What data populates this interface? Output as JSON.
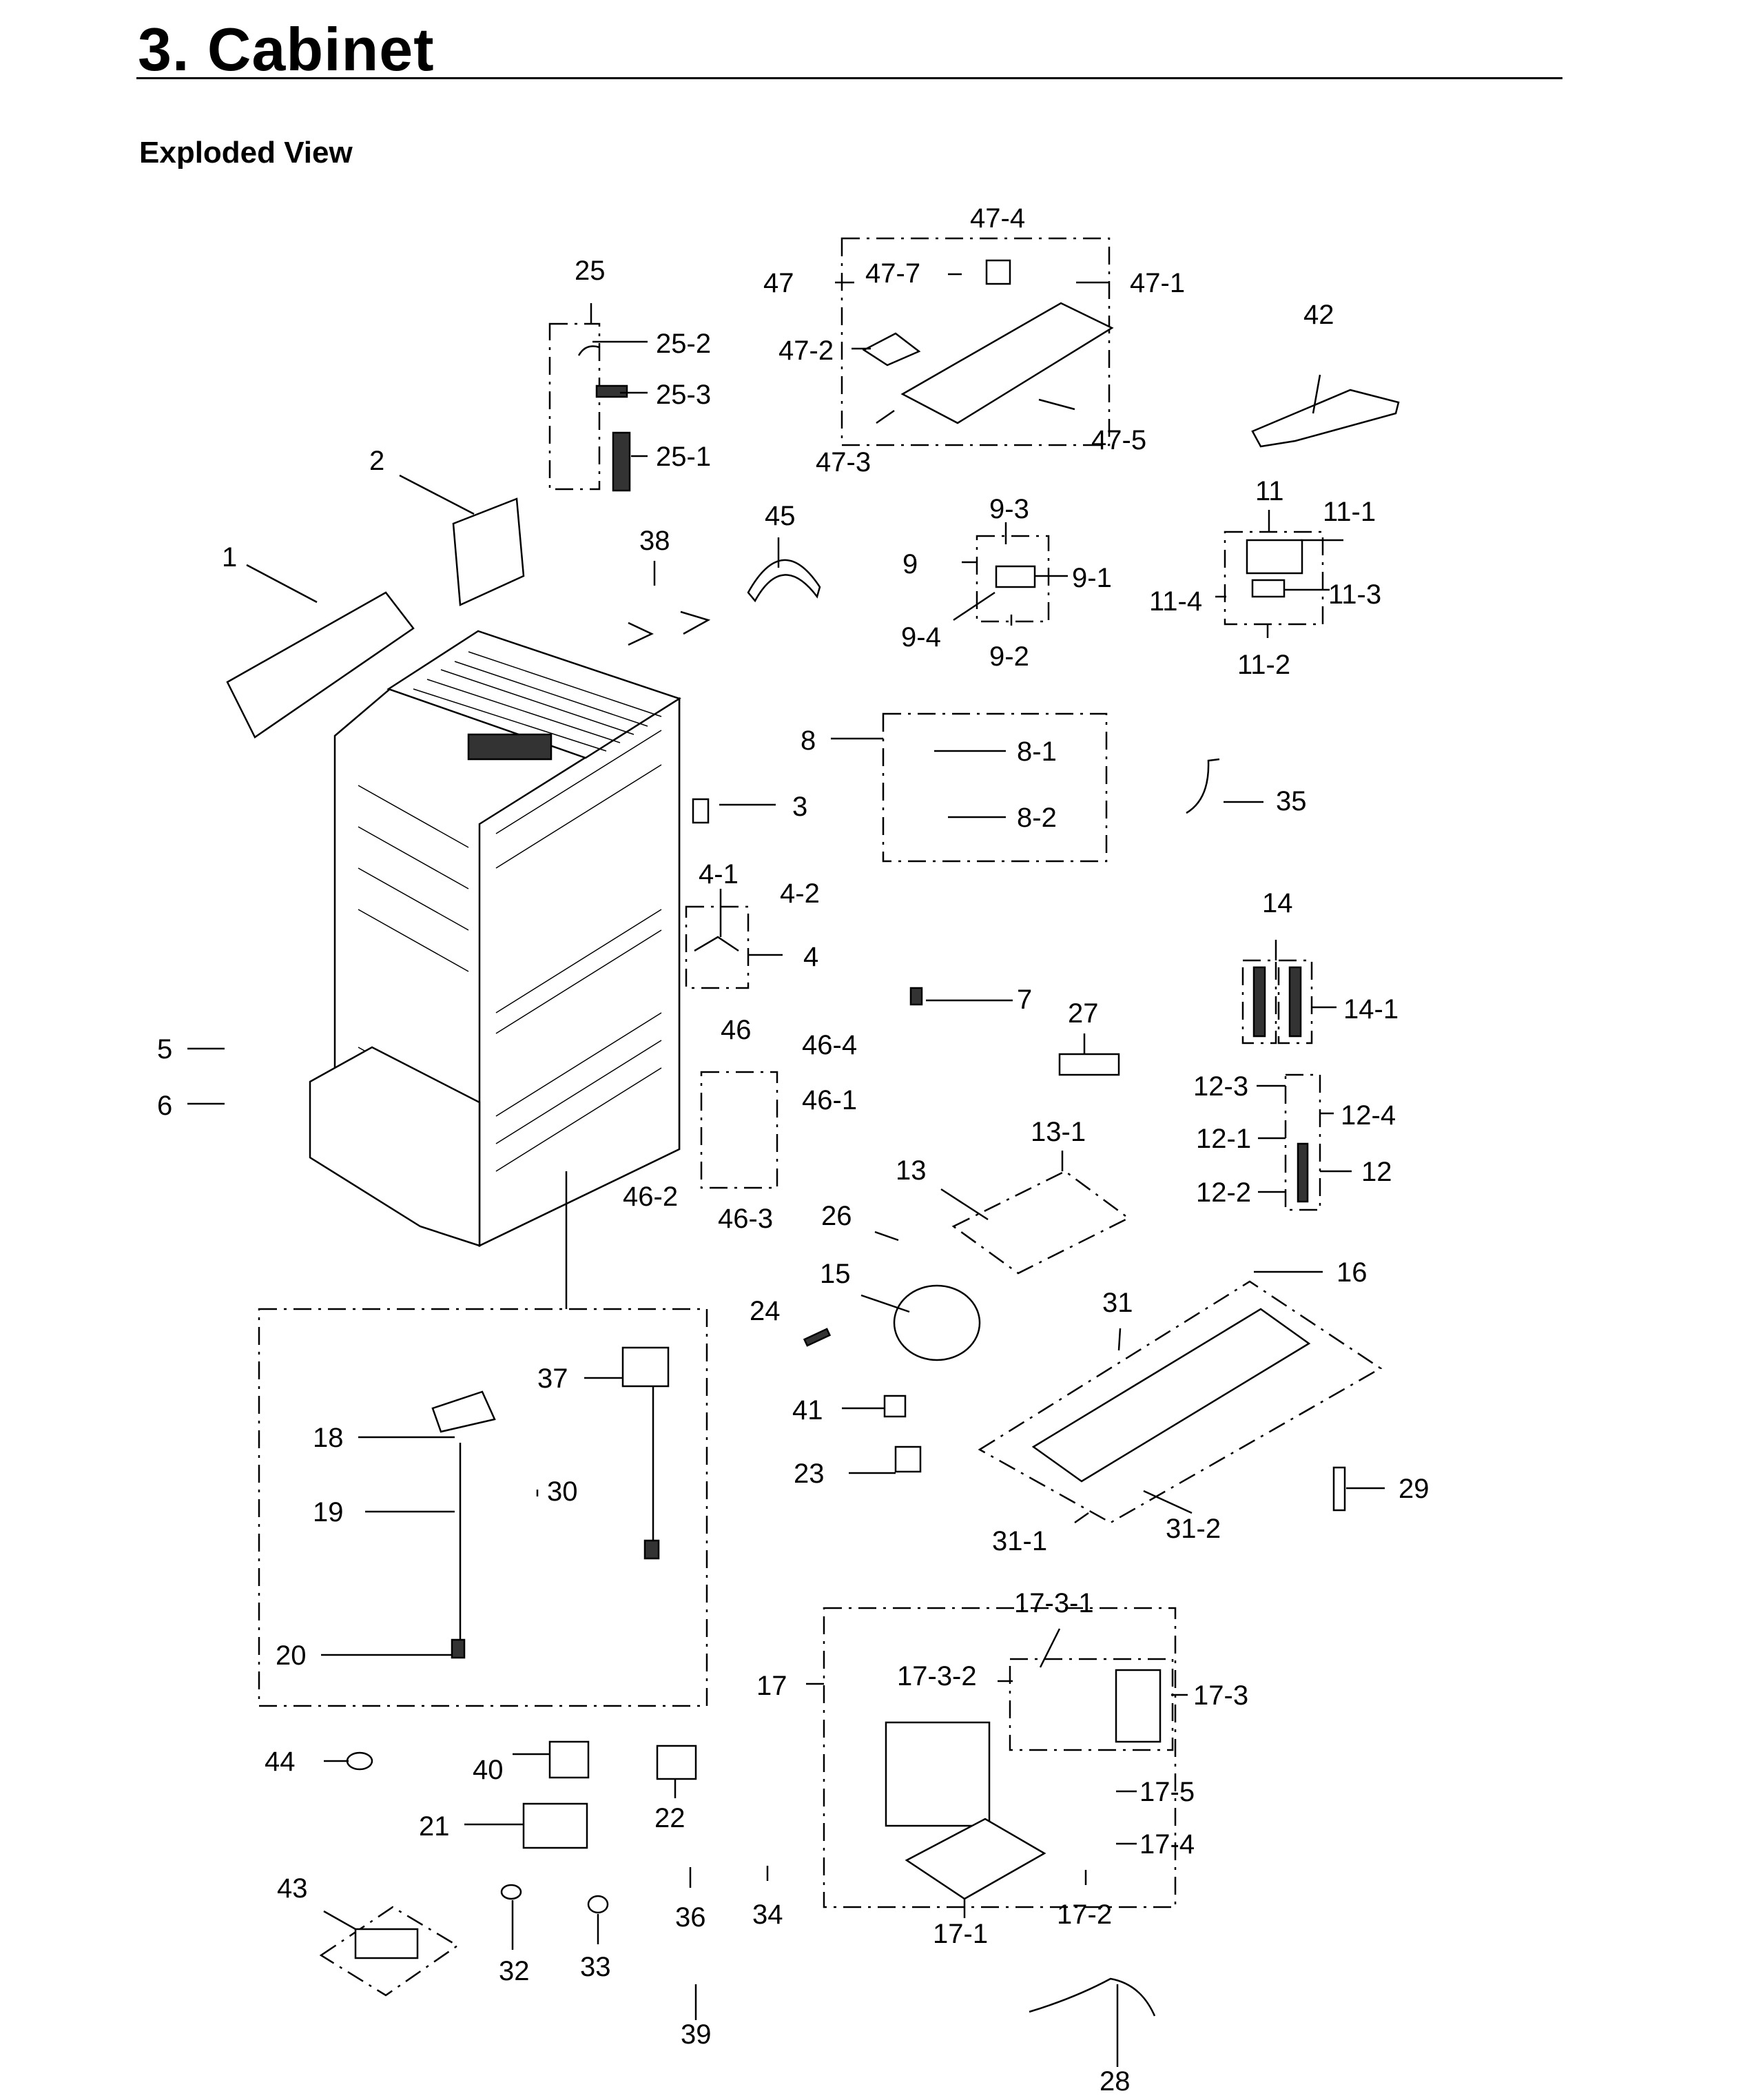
{
  "header": {
    "section_title": "3.  Cabinet",
    "subtitle": "Exploded View"
  },
  "callouts": [
    "1",
    "2",
    "3",
    "4",
    "4-1",
    "4-2",
    "5",
    "6",
    "7",
    "8",
    "8-1",
    "8-2",
    "9",
    "9-1",
    "9-2",
    "9-3",
    "9-4",
    "11",
    "11-1",
    "11-2",
    "11-3",
    "11-4",
    "12",
    "12-1",
    "12-2",
    "12-3",
    "12-4",
    "13",
    "13-1",
    "14",
    "14-1",
    "15",
    "16",
    "17",
    "17-1",
    "17-2",
    "17-3",
    "17-3-1",
    "17-3-2",
    "17-4",
    "17-5",
    "18",
    "19",
    "20",
    "21",
    "22",
    "23",
    "24",
    "25",
    "25-1",
    "25-2",
    "25-3",
    "26",
    "27",
    "28",
    "29",
    "30",
    "31",
    "31-1",
    "31-2",
    "32",
    "33",
    "34",
    "35",
    "36",
    "37",
    "38",
    "39",
    "40",
    "41",
    "42",
    "43",
    "44",
    "45",
    "46",
    "46-1",
    "46-2",
    "46-3",
    "46-4",
    "47",
    "47-1",
    "47-2",
    "47-3",
    "47-4",
    "47-5",
    "47-7"
  ]
}
